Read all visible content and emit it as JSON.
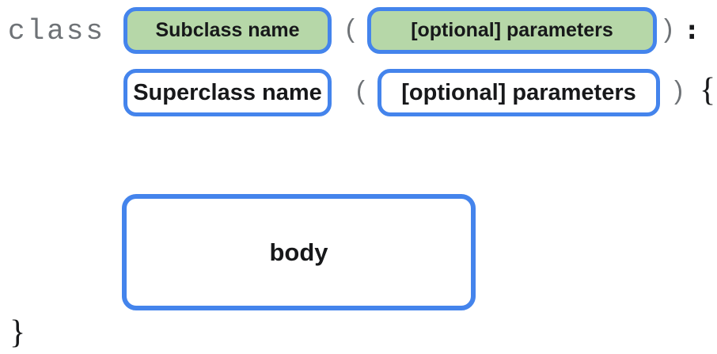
{
  "diagram": {
    "title_semantic": "class inheritance syntax diagram",
    "keyword": "class",
    "row1": {
      "subclass_label": "Subclass name",
      "open_paren": "(",
      "params_label": "[optional] parameters",
      "close_paren": ")",
      "colon": ":"
    },
    "row2": {
      "superclass_label": "Superclass name",
      "open_paren": "(",
      "params_label": "[optional] parameters",
      "close_paren": ")",
      "open_brace": "{"
    },
    "body_label": "body",
    "close_brace": "}",
    "colors": {
      "accent_blue": "#4484ec",
      "fill_green": "#b6d7a8",
      "fill_white": "#ffffff",
      "text_gray": "#6e7276",
      "text_black": "#17181a"
    }
  }
}
